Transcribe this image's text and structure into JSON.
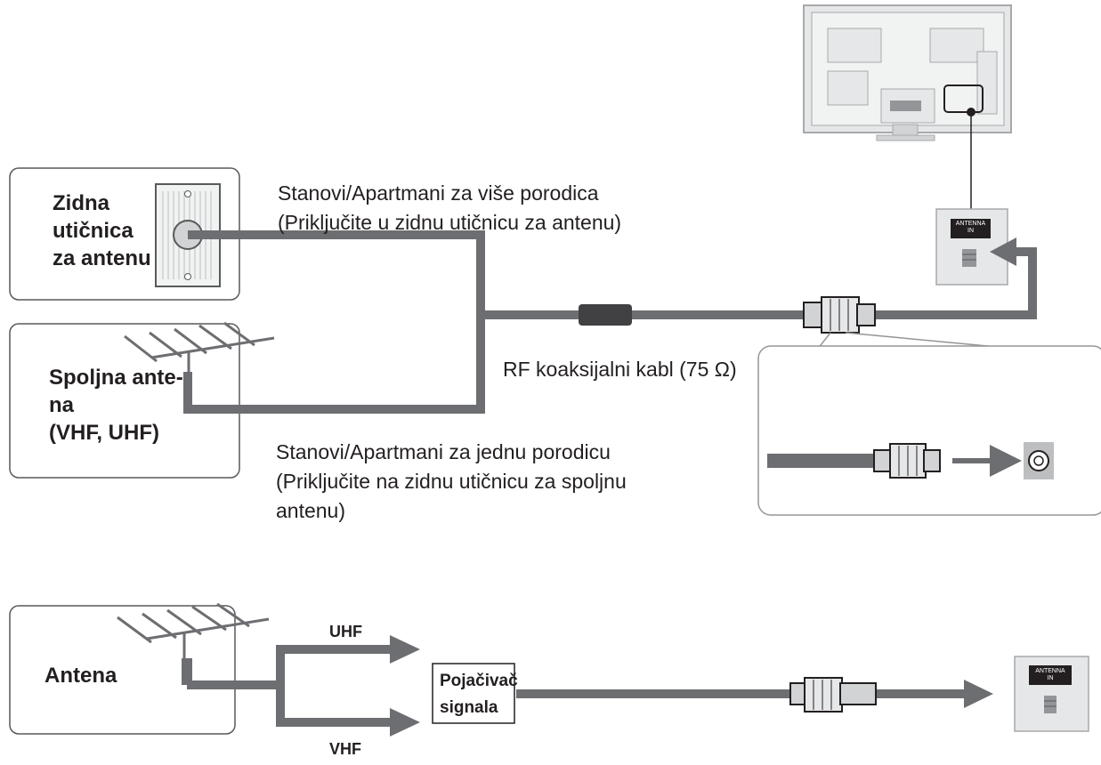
{
  "top": {
    "wall_socket_label": [
      "Zidna",
      "utičnica",
      "za antenu"
    ],
    "outdoor_antenna_label": [
      "Spoljna ante-",
      "na",
      "(VHF, UHF)"
    ],
    "multi_family_caption": [
      "Stanovi/Apartmani za više porodica",
      "(Priključite u zidnu utičnicu za antenu)"
    ],
    "single_family_caption": [
      "Stanovi/Apartmani za jednu porodicu",
      "(Priključite na zidnu utičnicu za spoljnu",
      "antenu)"
    ],
    "cable_label": "RF koaksijalni kabl (75 Ω)",
    "antenna_in_label": [
      "ANTENNA",
      "IN"
    ]
  },
  "bottom": {
    "antenna_label": "Antena",
    "uhf_label": "UHF",
    "vhf_label": "VHF",
    "amplifier_label": [
      "Pojačivač",
      "signala"
    ],
    "antenna_in_label": [
      "ANTENNA",
      "IN"
    ]
  },
  "colors": {
    "cable": "#6d6e71",
    "box_border": "#58595b",
    "panel_gray": "#d9d9d9",
    "text": "#231f20"
  }
}
